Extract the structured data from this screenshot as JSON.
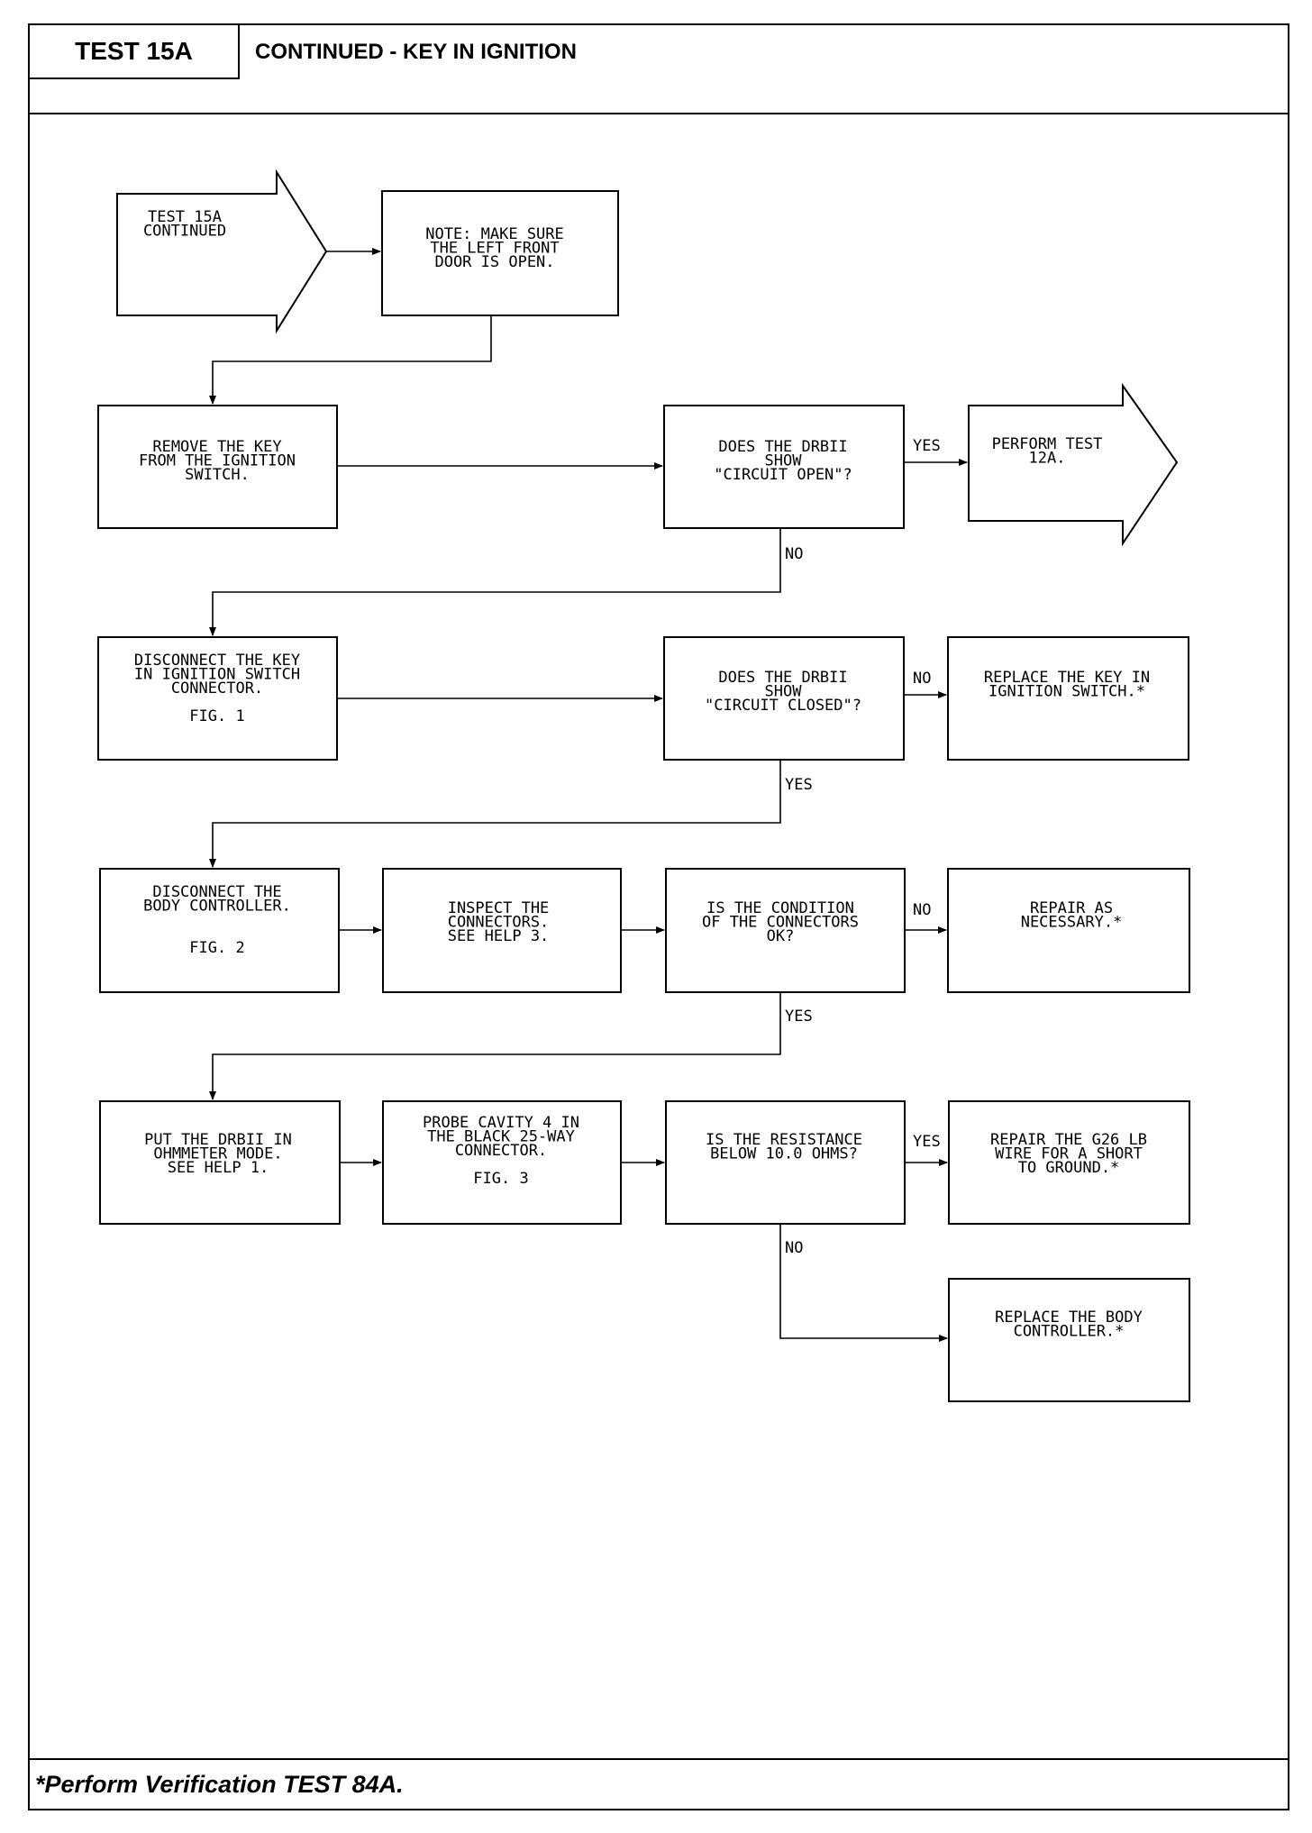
{
  "header": {
    "test_id": "TEST 15A",
    "title": "CONTINUED - KEY IN IGNITION"
  },
  "footer": {
    "note": "*Perform Verification TEST 84A."
  },
  "flowchart": {
    "start_arrow": [
      "TEST 15A",
      "CONTINUED"
    ],
    "note_box": [
      "NOTE: MAKE SURE",
      "THE LEFT FRONT",
      "DOOR IS OPEN."
    ],
    "remove_key": [
      "REMOVE THE KEY",
      "FROM THE IGNITION",
      "SWITCH."
    ],
    "q_circuit_open": [
      "DOES THE DRBII",
      "SHOW",
      "\"CIRCUIT OPEN\"?"
    ],
    "perform_12a": [
      "PERFORM TEST",
      "12A."
    ],
    "disconnect_switch": [
      "DISCONNECT THE KEY",
      "IN IGNITION SWITCH",
      "CONNECTOR.",
      "",
      "FIG. 1"
    ],
    "q_circuit_closed": [
      "DOES THE DRBII",
      "SHOW",
      "\"CIRCUIT CLOSED\"?"
    ],
    "replace_switch": [
      "REPLACE THE KEY IN",
      "IGNITION SWITCH.*"
    ],
    "disconnect_body": [
      "DISCONNECT THE",
      "BODY CONTROLLER.",
      "",
      "",
      "FIG. 2"
    ],
    "inspect_connectors": [
      "INSPECT THE",
      "CONNECTORS.",
      "SEE HELP 3."
    ],
    "q_condition": [
      "IS THE CONDITION",
      "OF THE CONNECTORS",
      "OK?"
    ],
    "repair_necessary": [
      "REPAIR AS",
      "NECESSARY.*"
    ],
    "put_drbii": [
      "PUT THE DRBII IN",
      "OHMMETER MODE.",
      "SEE HELP 1."
    ],
    "probe_cavity": [
      "PROBE CAVITY 4 IN",
      "THE BLACK 25-WAY",
      "CONNECTOR.",
      "",
      "FIG. 3"
    ],
    "q_resistance": [
      "IS THE RESISTANCE",
      "BELOW 10.0 OHMS?"
    ],
    "repair_wire": [
      "REPAIR THE G26 LB",
      "WIRE FOR A SHORT",
      "TO GROUND.*"
    ],
    "replace_body": [
      "REPLACE THE BODY",
      "CONTROLLER.*"
    ],
    "labels": {
      "yes_open": "YES",
      "no_open": "NO",
      "no_closed": "NO",
      "yes_closed": "YES",
      "no_condition": "NO",
      "yes_condition": "YES",
      "yes_resistance": "YES",
      "no_resistance": "NO"
    }
  }
}
